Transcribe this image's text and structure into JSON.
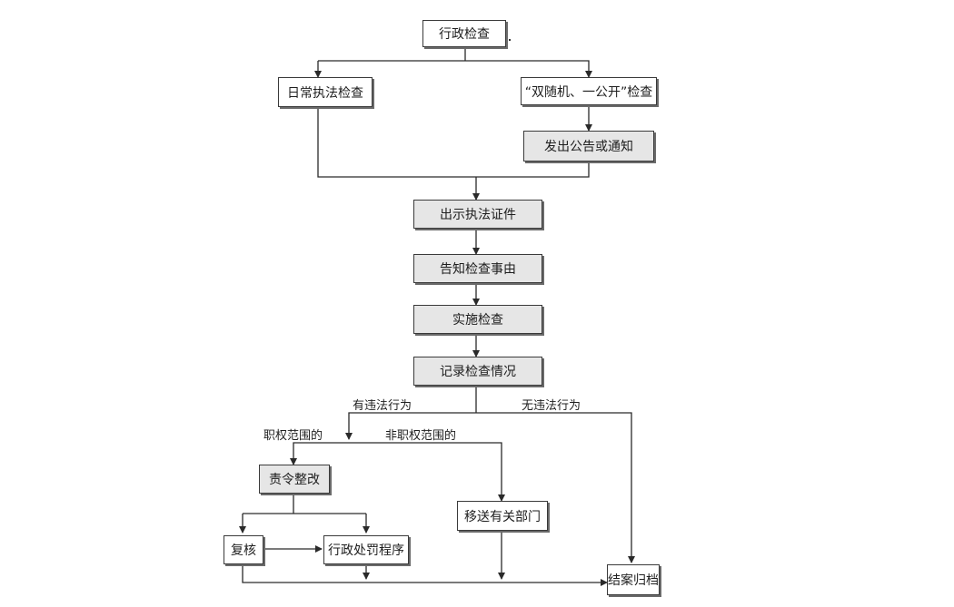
{
  "nodes": {
    "admin_inspection": "行政检查",
    "routine_inspection": "日常执法检查",
    "double_random_inspection": "“双随机、一公开”检查",
    "issue_notice": "发出公告或通知",
    "show_credentials": "出示执法证件",
    "inform_matters": "告知检查事由",
    "conduct_inspection": "实施检查",
    "record_findings": "记录检查情况",
    "order_rectification": "责令整改",
    "review": "复核",
    "penalty_procedure": "行政处罚程序",
    "transfer_department": "移送有关部门",
    "close_archive": "结案归档"
  },
  "labels": {
    "violation": "有违法行为",
    "no_violation": "无违法行为",
    "within_authority": "职权范围的",
    "outside_authority": "非职权范围的"
  }
}
